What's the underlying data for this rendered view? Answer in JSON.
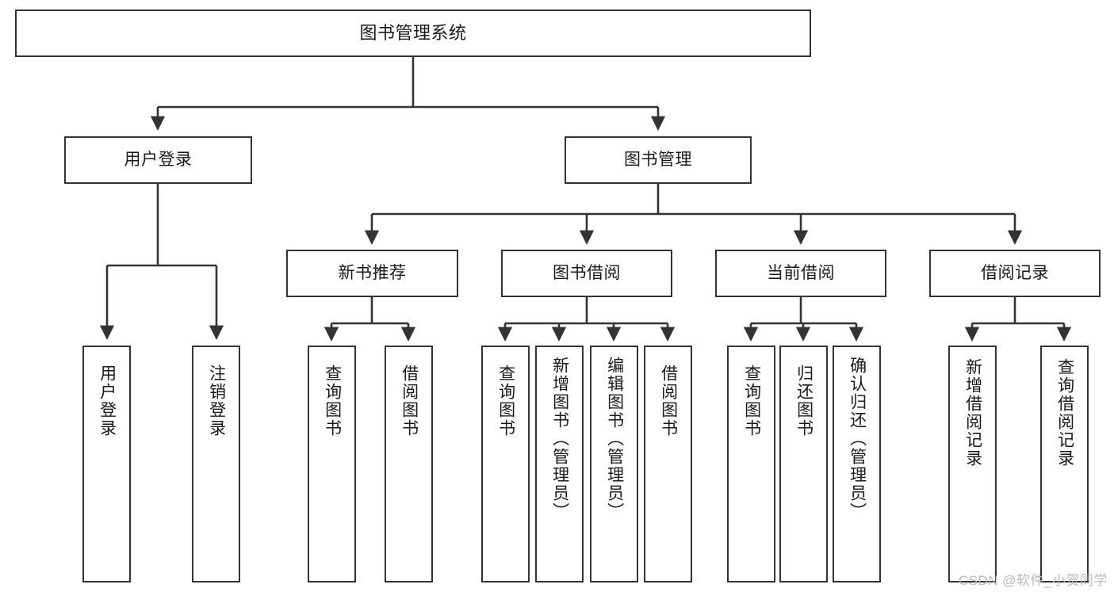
{
  "diagram": {
    "title": "图书管理系统",
    "type": "tree-hierarchy-chart",
    "watermark": "CSDN @软件_小贺同学",
    "colors": {
      "node_border": "#333333",
      "node_fill": "#ffffff",
      "edge": "#333333",
      "text": "#1a1a1a",
      "watermark": "#b9b9b9",
      "background": "#ffffff"
    },
    "nodes": {
      "root": {
        "label": "图书管理系统"
      },
      "level1": [
        {
          "id": "user-login",
          "label": "用户登录"
        },
        {
          "id": "book-manage",
          "label": "图书管理"
        }
      ],
      "level2": [
        {
          "id": "new-book-recommend",
          "label": "新书推荐"
        },
        {
          "id": "book-borrow",
          "label": "图书借阅"
        },
        {
          "id": "current-borrow",
          "label": "当前借阅"
        },
        {
          "id": "borrow-record",
          "label": "借阅记录"
        }
      ],
      "leaves": {
        "user_login": [
          {
            "id": "leaf-user-login",
            "label": "用户登录"
          },
          {
            "id": "leaf-logout-login",
            "label": "注销登录"
          }
        ],
        "new_book_recommend": [
          {
            "id": "leaf-query-book-1",
            "label": "查询图书"
          },
          {
            "id": "leaf-borrow-book-1",
            "label": "借阅图书"
          }
        ],
        "book_borrow": [
          {
            "id": "leaf-query-book-2",
            "label": "查询图书"
          },
          {
            "id": "leaf-add-book",
            "label": "新增图书（管理员）"
          },
          {
            "id": "leaf-edit-book",
            "label": "编辑图书（管理员）"
          },
          {
            "id": "leaf-borrow-book-2",
            "label": "借阅图书"
          }
        ],
        "current_borrow": [
          {
            "id": "leaf-query-book-3",
            "label": "查询图书"
          },
          {
            "id": "leaf-return-book",
            "label": "归还图书"
          },
          {
            "id": "leaf-confirm-return",
            "label": "确认归还（管理员）"
          }
        ],
        "borrow_record": [
          {
            "id": "leaf-add-borrow-record",
            "label": "新增借阅记录"
          },
          {
            "id": "leaf-query-borrow-record",
            "label": "查询借阅记录"
          }
        ]
      }
    }
  }
}
